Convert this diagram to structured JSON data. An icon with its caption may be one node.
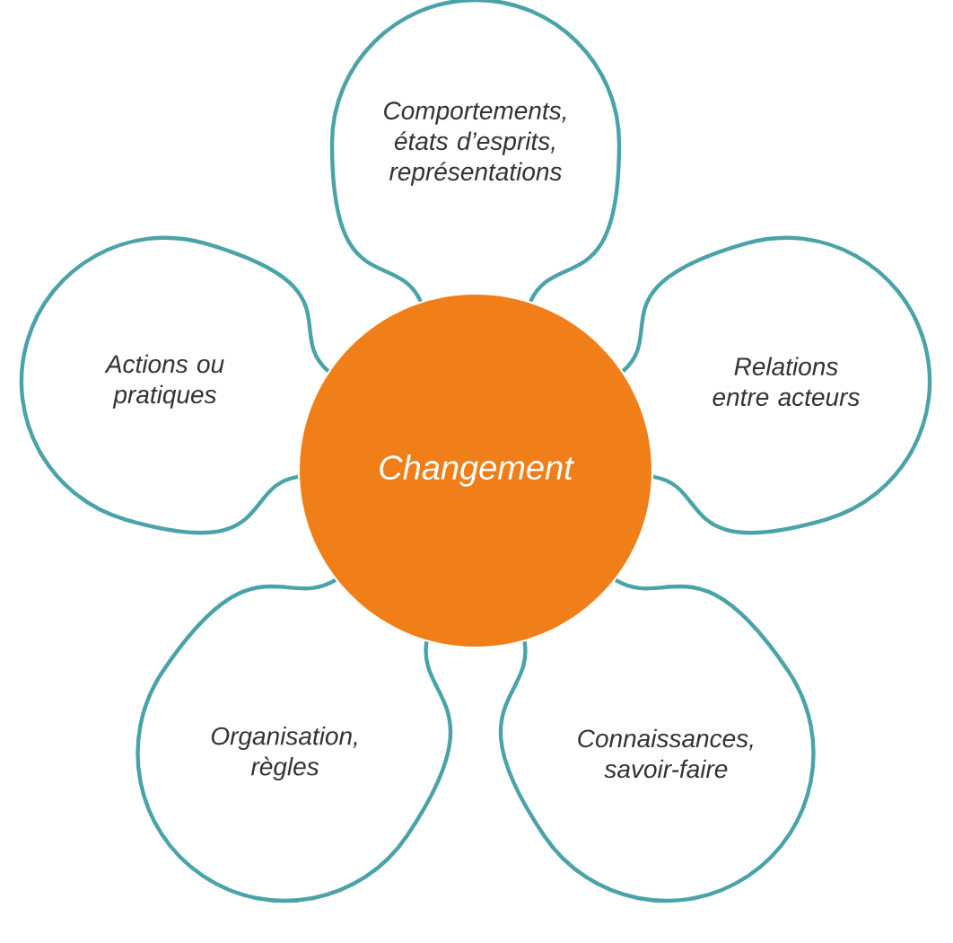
{
  "diagram": {
    "nodes": [
      {
        "text": [
          "Comportements, états d’esprits, représentations"
        ]
      },
      {
        "text": [
          "Actions ou pratiques"
        ]
      },
      {
        "text": [
          "Relations entre acteurs"
        ]
      },
      {
        "text": [
          "Changement"
        ]
      },
      {
        "text": [
          "Organisation, règles"
        ]
      },
      {
        "text": [
          "Connaissances, savoir-faire"
        ]
      }
    ]
  }
}
